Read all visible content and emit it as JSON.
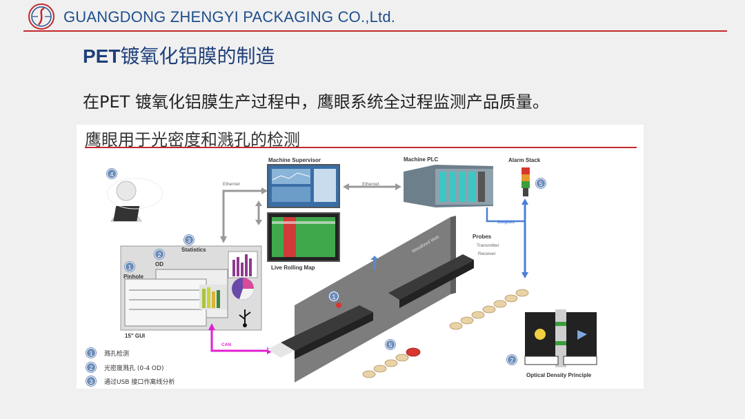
{
  "header": {
    "company": "GUANGDONG ZHENGYI PACKAGING CO.,Ltd."
  },
  "slide": {
    "title_latin": "PET",
    "title_rest": "镀氧化铝膜的制造",
    "subtitle": "在PET 镀氧化铝膜生产过程中，鹰眼系统全过程监测产品质量。"
  },
  "diagram": {
    "title": "鹰眼用于光密度和溅孔的检测",
    "labels": {
      "machine_supervisor": "Machine Supervisor",
      "machine_plc": "Machine PLC",
      "alarm_stack": "Alarm Stack",
      "ethernet_left": "Ethernet",
      "ethernet_right": "Ethernet",
      "outputs": "Outputs",
      "statistics": "Statistics",
      "od": "OD",
      "pinhole": "Pinhole",
      "gui": "15\" GUI",
      "live_rolling_map": "Live Rolling Map",
      "can": "CAN",
      "metallized_web": "Metallized Web",
      "probes": "Probes",
      "transmitter": "Transmitter",
      "receiver": "Receiver",
      "optical_density_principle": "Optical Density Principle"
    },
    "numbers": {
      "n1": "1",
      "n2": "2",
      "n3": "3",
      "n4": "4",
      "n5": "5"
    },
    "legend": [
      {
        "num": "1",
        "text": "溅孔检测"
      },
      {
        "num": "2",
        "text": "光密度溅孔 (0-4 OD)"
      },
      {
        "num": "3",
        "text": "通过USB 接口作离线分析"
      }
    ]
  },
  "colors": {
    "accent_red": "#c3272b",
    "title_blue": "#1f3f7a",
    "arrow_blue": "#4a7fd6",
    "arrow_magenta": "#e020d0"
  }
}
